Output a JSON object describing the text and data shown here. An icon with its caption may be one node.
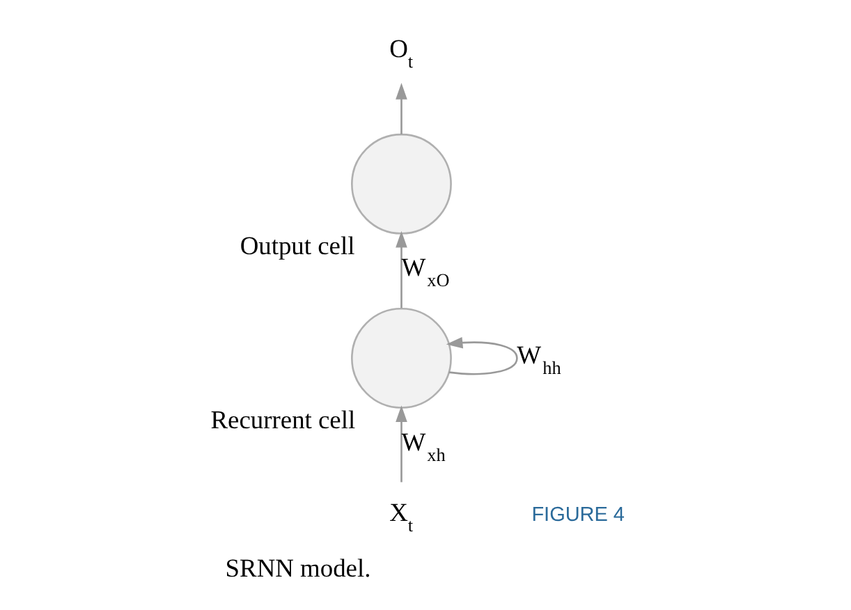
{
  "diagram": {
    "caption": "SRNN model.",
    "nodes": [
      {
        "text": [
          "O$_{t}$"
        ]
      },
      {
        "text": [],
        "shape": "circle",
        "beside": [
          "Output cell"
        ]
      },
      {
        "text": [],
        "shape": "circle",
        "beside": [
          "Recurrent cell"
        ]
      },
      {
        "text": [
          "X$_{t}$"
        ]
      }
    ],
    "edges": [
      {
        "from": 1,
        "to": 0,
        "arrow": "to"
      },
      {
        "from": 2,
        "to": 1,
        "arrow": "to",
        "label": "W$_{xO}$"
      },
      {
        "from": 2,
        "to": 2,
        "arrow": "to",
        "label": "W$_{hh}$"
      },
      {
        "from": 3,
        "to": 2,
        "arrow": "to",
        "label": "W$_{xh}$"
      }
    ],
    "labels": [
      "FIGURE 4"
    ]
  }
}
